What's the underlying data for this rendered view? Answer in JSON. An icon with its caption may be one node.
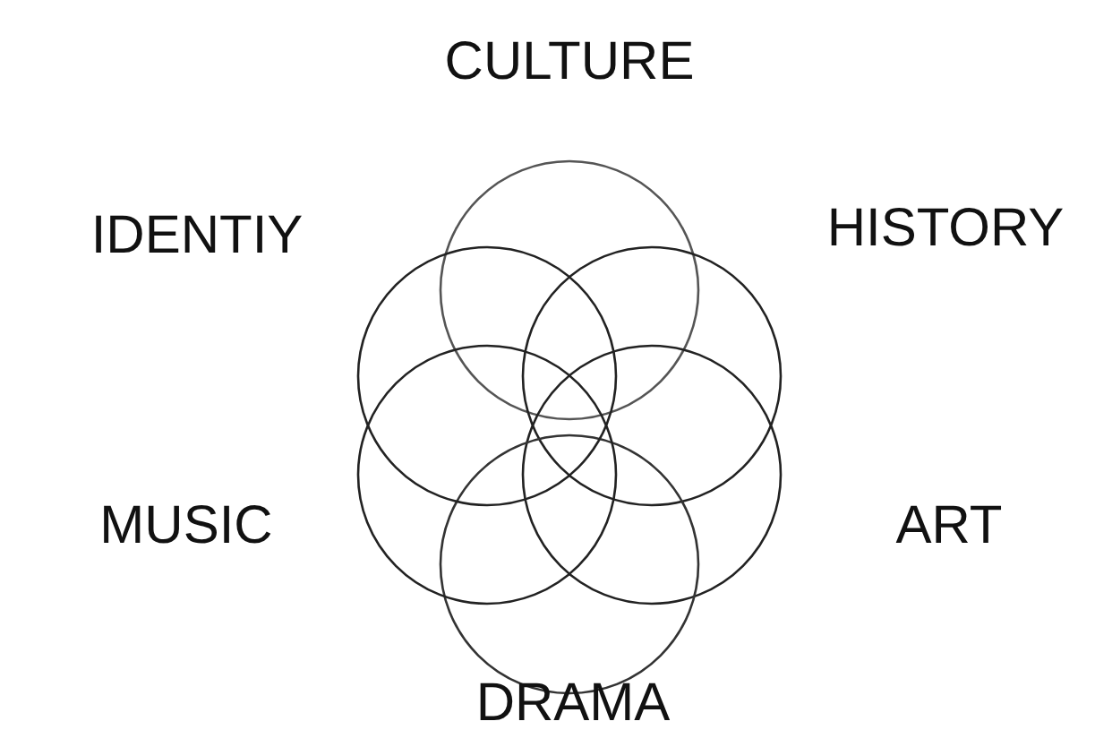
{
  "diagram": {
    "labels": [
      "CULTURE",
      "IDENTIY",
      "HISTORY",
      "MUSIC",
      "ART",
      "DRAMA"
    ]
  }
}
